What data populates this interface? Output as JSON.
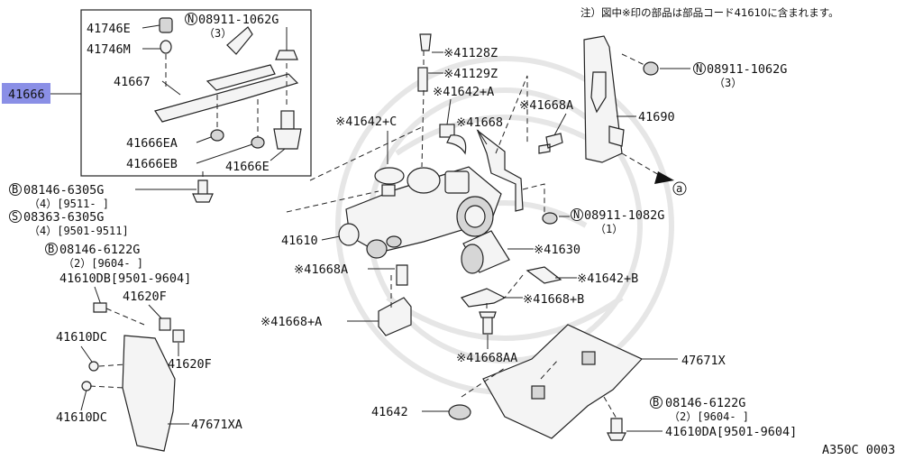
{
  "note": "注）図中※印の部品は部品コード41610に含まれます。",
  "diagram_code": "A350C 0003",
  "highlight": {
    "text": "41666",
    "color": "#8a8fe6"
  },
  "labels": {
    "p41746E": "41746E",
    "p41746M": "41746M",
    "p41667": "41667",
    "p41666EA": "41666EA",
    "p41666EB": "41666EB",
    "p41666E": "41666E",
    "n08911_1062G_top": "08911-1062G",
    "n08911_1062G_top_q": "（3）",
    "b08146_6305G": "08146-6305G",
    "b08146_6305G_q": "（4）[9511-    ]",
    "s08363_6305G": "08363-6305G",
    "s08363_6305G_q": "（4）[9501-9511]",
    "b08146_6122G_left": "08146-6122G",
    "b08146_6122G_left_q": "（2）[9604-    ]",
    "p41610DB": "41610DB[9501-9604]",
    "p41620F_a": "41620F",
    "p41610DC_a": "41610DC",
    "p41620F_b": "41620F",
    "p41610DC_b": "41610DC",
    "p47671XA": "47671XA",
    "p41128Z": "※41128Z",
    "p41129Z": "※41129Z",
    "p41642A": "※41642+A",
    "p41642C": "※41642+C",
    "p41668": "※41668",
    "p41668A_top": "※41668A",
    "p41610": "41610",
    "n08911_1082G": "08911-1082G",
    "n08911_1082G_q": "（1）",
    "p41630": "※41630",
    "p41668A_mid": "※41668A",
    "p41642B": "※41642+B",
    "p41668B": "※41668+B",
    "p41668plusA": "※41668+A",
    "p41668AA": "※41668AA",
    "p47671X": "47671X",
    "p41642": "41642",
    "b08146_6122G_right": "08146-6122G",
    "b08146_6122G_right_q": "（2）[9604-    ]",
    "p41610DA": "41610DA[9501-9604]",
    "n08911_1062G_right": "08911-1062G",
    "n08911_1062G_right_q": "（3）",
    "p41690": "41690",
    "ref_a": "a"
  },
  "symbols": {
    "N": "N",
    "B": "B",
    "S": "S"
  }
}
